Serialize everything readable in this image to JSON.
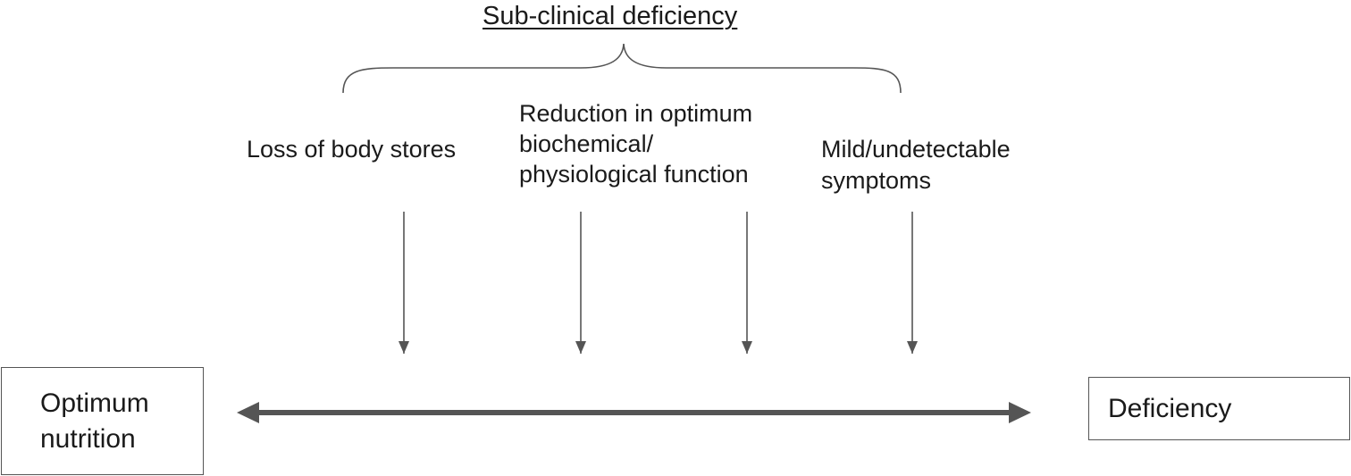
{
  "title": "Sub-clinical deficiency",
  "stages": [
    {
      "label": "Loss of body stores"
    },
    {
      "label": "Reduction in optimum\nbiochemical/\nphysiological function"
    },
    {
      "label": "Mild/undetectable\nsymptoms"
    }
  ],
  "endpoints": {
    "left": "Optimum\nnutrition",
    "right": "Deficiency"
  },
  "colors": {
    "line": "#555555",
    "text": "#1a1a1a"
  }
}
